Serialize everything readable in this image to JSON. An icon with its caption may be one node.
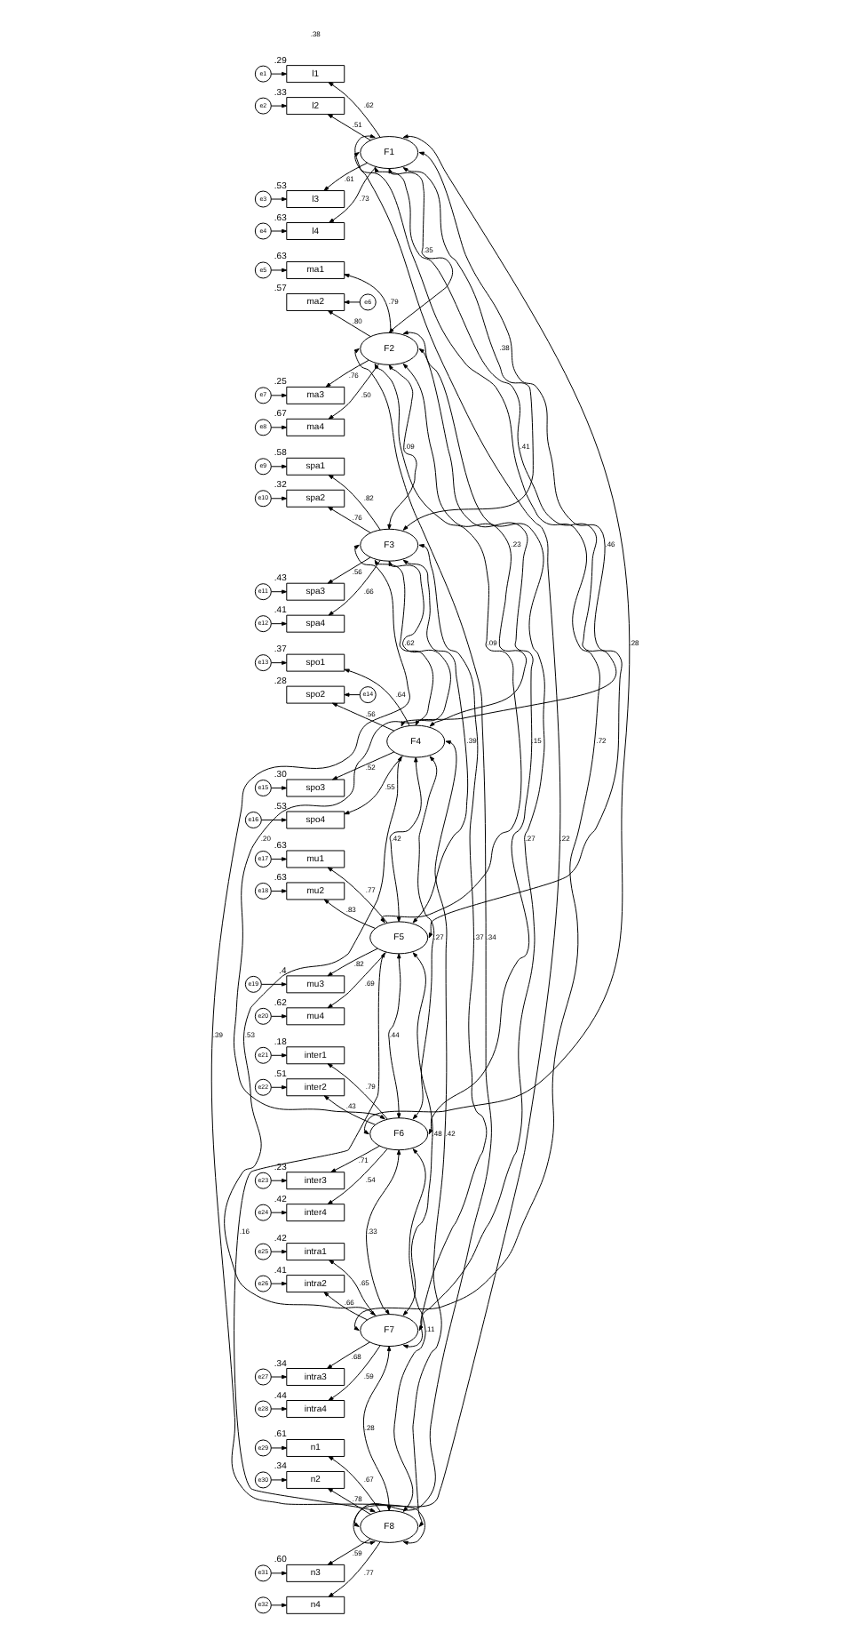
{
  "diagram": {
    "nodes": [
      {
        "text": [
          "e1"
        ]
      },
      {
        "text": [
          "e2"
        ]
      },
      {
        "text": [
          "e3"
        ]
      },
      {
        "text": [
          "e4"
        ]
      },
      {
        "text": [
          "e5"
        ]
      },
      {
        "text": [
          "e6"
        ]
      },
      {
        "text": [
          "e7"
        ]
      },
      {
        "text": [
          "e8"
        ]
      },
      {
        "text": [
          "e9"
        ]
      },
      {
        "text": [
          "e10"
        ]
      },
      {
        "text": [
          "e11"
        ]
      },
      {
        "text": [
          "e12"
        ]
      },
      {
        "text": [
          "e13"
        ]
      },
      {
        "text": [
          "e14"
        ]
      },
      {
        "text": [
          "e15"
        ]
      },
      {
        "text": [
          "e16"
        ]
      },
      {
        "text": [
          "e17"
        ]
      },
      {
        "text": [
          "e18"
        ]
      },
      {
        "text": [
          "e19"
        ]
      },
      {
        "text": [
          "e20"
        ]
      },
      {
        "text": [
          "e21"
        ]
      },
      {
        "text": [
          "e22"
        ]
      },
      {
        "text": [
          "e23"
        ]
      },
      {
        "text": [
          "e24"
        ]
      },
      {
        "text": [
          "e25"
        ]
      },
      {
        "text": [
          "e26"
        ]
      },
      {
        "text": [
          "e27"
        ]
      },
      {
        "text": [
          "e28"
        ]
      },
      {
        "text": [
          "e29"
        ]
      },
      {
        "text": [
          "e30"
        ]
      },
      {
        "text": [
          "e31"
        ]
      },
      {
        "text": [
          "e32"
        ]
      },
      {
        "text": [
          "l1"
        ],
        "beside": [
          ".29"
        ]
      },
      {
        "text": [
          "l2"
        ],
        "beside": [
          ".33"
        ]
      },
      {
        "text": [
          "l3"
        ],
        "beside": [
          ".53"
        ]
      },
      {
        "text": [
          "l4"
        ],
        "beside": [
          ".63"
        ]
      },
      {
        "text": [
          "ma1"
        ],
        "beside": [
          ".63"
        ]
      },
      {
        "text": [
          "ma2"
        ],
        "beside": [
          ".57"
        ]
      },
      {
        "text": [
          "ma3"
        ],
        "beside": [
          ".25"
        ]
      },
      {
        "text": [
          "ma4"
        ],
        "beside": [
          ".67"
        ]
      },
      {
        "text": [
          "spa1"
        ],
        "beside": [
          ".58"
        ]
      },
      {
        "text": [
          "spa2"
        ],
        "beside": [
          ".32"
        ]
      },
      {
        "text": [
          "spa3"
        ],
        "beside": [
          ".43"
        ]
      },
      {
        "text": [
          "spa4"
        ],
        "beside": [
          ".41"
        ]
      },
      {
        "text": [
          "spo1"
        ],
        "beside": [
          ".37"
        ]
      },
      {
        "text": [
          "spo2"
        ],
        "beside": [
          ".28"
        ]
      },
      {
        "text": [
          "spo3"
        ],
        "beside": [
          ".30"
        ]
      },
      {
        "text": [
          "spo4"
        ],
        "beside": [
          ".53"
        ]
      },
      {
        "text": [
          "mu1"
        ],
        "beside": [
          ".63"
        ]
      },
      {
        "text": [
          "mu2"
        ],
        "beside": [
          ".63"
        ]
      },
      {
        "text": [
          "mu3"
        ],
        "beside": [
          ".4"
        ]
      },
      {
        "text": [
          "mu4"
        ],
        "beside": [
          ".62"
        ]
      },
      {
        "text": [
          "inter1"
        ],
        "beside": [
          ".18"
        ]
      },
      {
        "text": [
          "inter2"
        ],
        "beside": [
          ".51"
        ]
      },
      {
        "text": [
          "inter3"
        ],
        "beside": [
          ".23"
        ]
      },
      {
        "text": [
          "inter4"
        ],
        "beside": [
          ".42"
        ]
      },
      {
        "text": [
          "intra1"
        ],
        "beside": [
          ".42"
        ]
      },
      {
        "text": [
          "intra2"
        ],
        "beside": [
          ".41"
        ]
      },
      {
        "text": [
          "intra3"
        ],
        "beside": [
          ".34"
        ]
      },
      {
        "text": [
          "intra4"
        ],
        "beside": [
          ".44"
        ]
      },
      {
        "text": [
          "n1"
        ],
        "beside": [
          ".61"
        ]
      },
      {
        "text": [
          "n2"
        ],
        "beside": [
          ".34"
        ]
      },
      {
        "text": [
          "n3"
        ],
        "beside": [
          ".60"
        ]
      },
      {
        "text": [
          "n4"
        ]
      },
      {
        "text": [
          "F1"
        ]
      },
      {
        "text": [
          "F2"
        ]
      },
      {
        "text": [
          "F3"
        ]
      },
      {
        "text": [
          "F4"
        ]
      },
      {
        "text": [
          "F5"
        ]
      },
      {
        "text": [
          "F6"
        ]
      },
      {
        "text": [
          "F7"
        ]
      },
      {
        "text": [
          "F8"
        ]
      }
    ],
    "edges": [
      {
        "from": 0,
        "to": 32,
        "arrow": "to"
      },
      {
        "from": 1,
        "to": 33,
        "arrow": "to"
      },
      {
        "from": 2,
        "to": 34,
        "arrow": "to"
      },
      {
        "from": 3,
        "to": 35,
        "arrow": "to"
      },
      {
        "from": 4,
        "to": 36,
        "arrow": "to"
      },
      {
        "from": 5,
        "to": 37,
        "arrow": "to"
      },
      {
        "from": 6,
        "to": 38,
        "arrow": "to"
      },
      {
        "from": 7,
        "to": 39,
        "arrow": "to"
      },
      {
        "from": 8,
        "to": 40,
        "arrow": "to"
      },
      {
        "from": 9,
        "to": 41,
        "arrow": "to"
      },
      {
        "from": 10,
        "to": 42,
        "arrow": "to"
      },
      {
        "from": 11,
        "to": 43,
        "arrow": "to"
      },
      {
        "from": 12,
        "to": 44,
        "arrow": "to"
      },
      {
        "from": 13,
        "to": 45,
        "arrow": "to"
      },
      {
        "from": 14,
        "to": 46,
        "arrow": "to"
      },
      {
        "from": 15,
        "to": 47,
        "arrow": "to"
      },
      {
        "from": 16,
        "to": 48,
        "arrow": "to"
      },
      {
        "from": 17,
        "to": 49,
        "arrow": "to"
      },
      {
        "from": 18,
        "to": 50,
        "arrow": "to"
      },
      {
        "from": 19,
        "to": 51,
        "arrow": "to"
      },
      {
        "from": 20,
        "to": 52,
        "arrow": "to"
      },
      {
        "from": 21,
        "to": 53,
        "arrow": "to"
      },
      {
        "from": 22,
        "to": 54,
        "arrow": "to"
      },
      {
        "from": 23,
        "to": 55,
        "arrow": "to"
      },
      {
        "from": 24,
        "to": 56,
        "arrow": "to"
      },
      {
        "from": 25,
        "to": 57,
        "arrow": "to"
      },
      {
        "from": 26,
        "to": 58,
        "arrow": "to"
      },
      {
        "from": 27,
        "to": 59,
        "arrow": "to"
      },
      {
        "from": 28,
        "to": 60,
        "arrow": "to"
      },
      {
        "from": 29,
        "to": 61,
        "arrow": "to"
      },
      {
        "from": 30,
        "to": 62,
        "arrow": "to"
      },
      {
        "from": 31,
        "to": 63,
        "arrow": "to"
      },
      {
        "from": 64,
        "to": 32,
        "arrow": "to",
        "label": ".62"
      },
      {
        "from": 64,
        "to": 33,
        "arrow": "to",
        "label": ".51"
      },
      {
        "from": 64,
        "to": 34,
        "arrow": "to",
        "label": ".61"
      },
      {
        "from": 64,
        "to": 35,
        "arrow": "to",
        "label": ".73"
      },
      {
        "from": 65,
        "to": 36,
        "arrow": "to",
        "label": ".79"
      },
      {
        "from": 65,
        "to": 37,
        "arrow": "to",
        "label": ".80"
      },
      {
        "from": 65,
        "to": 38,
        "arrow": "to",
        "label": ".76"
      },
      {
        "from": 65,
        "to": 39,
        "arrow": "to",
        "label": ".50"
      },
      {
        "from": 66,
        "to": 40,
        "arrow": "to",
        "label": ".82"
      },
      {
        "from": 66,
        "to": 41,
        "arrow": "to",
        "label": ".76"
      },
      {
        "from": 66,
        "to": 42,
        "arrow": "to",
        "label": ".56"
      },
      {
        "from": 66,
        "to": 43,
        "arrow": "to",
        "label": ".66"
      },
      {
        "from": 67,
        "to": 44,
        "arrow": "to",
        "label": ".64"
      },
      {
        "from": 67,
        "to": 45,
        "arrow": "to",
        "label": ".56"
      },
      {
        "from": 67,
        "to": 46,
        "arrow": "to",
        "label": ".52"
      },
      {
        "from": 67,
        "to": 47,
        "arrow": "to",
        "label": ".55"
      },
      {
        "from": 68,
        "to": 48,
        "arrow": "to",
        "label": ".77"
      },
      {
        "from": 68,
        "to": 49,
        "arrow": "to",
        "label": ".83"
      },
      {
        "from": 68,
        "to": 50,
        "arrow": "to",
        "label": ".82"
      },
      {
        "from": 68,
        "to": 51,
        "arrow": "to",
        "label": ".69"
      },
      {
        "from": 69,
        "to": 52,
        "arrow": "to",
        "label": ".79"
      },
      {
        "from": 69,
        "to": 53,
        "arrow": "to",
        "label": ".43"
      },
      {
        "from": 69,
        "to": 54,
        "arrow": "to",
        "label": ".71"
      },
      {
        "from": 69,
        "to": 55,
        "arrow": "to",
        "label": ".54"
      },
      {
        "from": 70,
        "to": 56,
        "arrow": "to",
        "label": ".65"
      },
      {
        "from": 70,
        "to": 57,
        "arrow": "to",
        "label": ".66"
      },
      {
        "from": 70,
        "to": 58,
        "arrow": "to",
        "label": ".68"
      },
      {
        "from": 70,
        "to": 59,
        "arrow": "to",
        "label": ".59"
      },
      {
        "from": 71,
        "to": 60,
        "arrow": "to",
        "label": ".67"
      },
      {
        "from": 71,
        "to": 61,
        "arrow": "to",
        "label": ".78"
      },
      {
        "from": 71,
        "to": 62,
        "arrow": "to",
        "label": ".59"
      },
      {
        "from": 71,
        "to": 63,
        "arrow": "to",
        "label": ".77"
      },
      {
        "from": 64,
        "to": 65,
        "arrow": "both",
        "label": ".35"
      },
      {
        "from": 64,
        "to": 66,
        "arrow": "both",
        "label": ".38"
      },
      {
        "from": 64,
        "to": 67,
        "arrow": "both",
        "label": ".41"
      },
      {
        "from": 64,
        "to": 68,
        "arrow": "both",
        "label": ".46"
      },
      {
        "from": 64,
        "to": 69,
        "arrow": "both",
        "label": ".28"
      },
      {
        "from": 64,
        "to": 70,
        "arrow": "both",
        "label": ".72"
      },
      {
        "from": 64,
        "to": 71,
        "arrow": "both",
        "label": ".22"
      },
      {
        "from": 65,
        "to": 66,
        "arrow": "both",
        "label": ".09"
      },
      {
        "from": 65,
        "to": 67,
        "arrow": "both",
        "label": ".23"
      },
      {
        "from": 65,
        "to": 68,
        "arrow": "both",
        "label": ".09"
      },
      {
        "from": 65,
        "to": 69,
        "arrow": "both",
        "label": ".15"
      },
      {
        "from": 65,
        "to": 70,
        "arrow": "both",
        "label": ".27"
      },
      {
        "from": 65,
        "to": 71,
        "arrow": "both",
        "label": ".34"
      },
      {
        "from": 66,
        "to": 67,
        "arrow": "both",
        "label": ".62"
      },
      {
        "from": 66,
        "to": 68,
        "arrow": "both",
        "label": ".39"
      },
      {
        "from": 66,
        "to": 69,
        "arrow": "both",
        "label": ".20"
      },
      {
        "from": 66,
        "to": 70,
        "arrow": "both",
        "label": ".37"
      },
      {
        "from": 66,
        "to": 71,
        "arrow": "both",
        "label": ".39"
      },
      {
        "from": 67,
        "to": 68,
        "arrow": "both",
        "label": ".42"
      },
      {
        "from": 67,
        "to": 69,
        "arrow": "both",
        "label": ".27"
      },
      {
        "from": 67,
        "to": 70,
        "arrow": "both",
        "label": ".53"
      },
      {
        "from": 67,
        "to": 71,
        "arrow": "both",
        "label": ".42"
      },
      {
        "from": 68,
        "to": 69,
        "arrow": "both",
        "label": ".44"
      },
      {
        "from": 68,
        "to": 70,
        "arrow": "both",
        "label": ".48"
      },
      {
        "from": 68,
        "to": 71,
        "arrow": "both",
        "label": ".16"
      },
      {
        "from": 69,
        "to": 70,
        "arrow": "both",
        "label": ".33"
      },
      {
        "from": 69,
        "to": 71,
        "arrow": "both",
        "label": ".11"
      },
      {
        "from": 70,
        "to": 71,
        "arrow": "both",
        "label": ".28"
      }
    ],
    "labels": [
      ".38"
    ]
  }
}
